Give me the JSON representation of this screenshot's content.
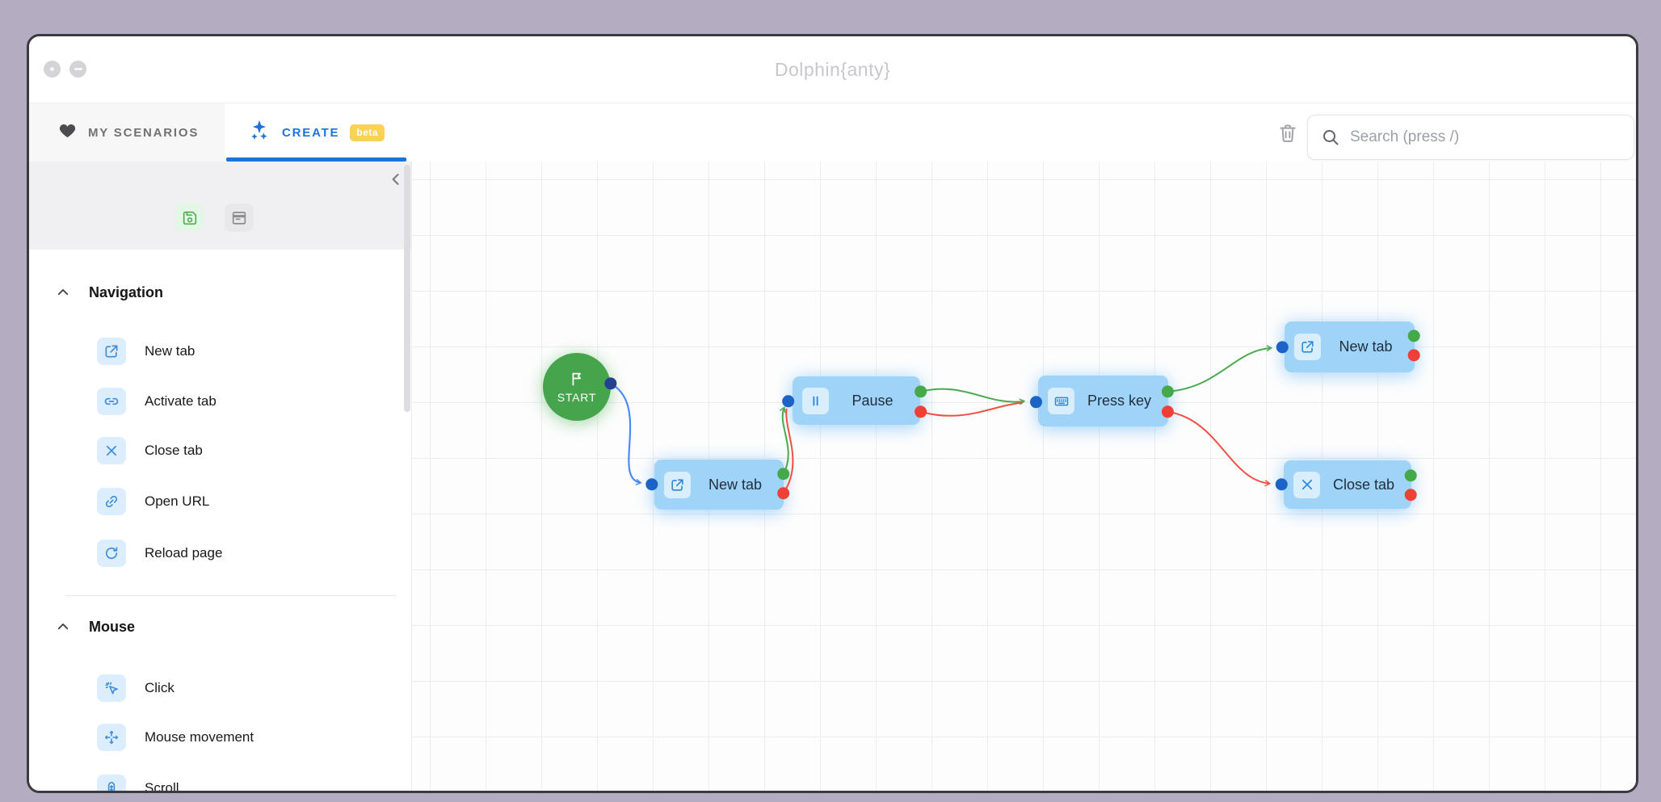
{
  "window": {
    "title": "Dolphin{anty}"
  },
  "tabs": {
    "my_scenarios": "MY SCENARIOS",
    "create": "CREATE",
    "beta_badge": "beta"
  },
  "toolbar": {
    "search_placeholder": "Search (press /)"
  },
  "sidebar": {
    "top_icons": [
      "save-icon",
      "browser-list-icon"
    ],
    "sections": [
      {
        "label": "Navigation",
        "items": [
          {
            "label": "New tab",
            "icon": "new-tab-icon"
          },
          {
            "label": "Activate tab",
            "icon": "activate-tab-icon"
          },
          {
            "label": "Close tab",
            "icon": "close-tab-icon"
          },
          {
            "label": "Open URL",
            "icon": "open-url-icon"
          },
          {
            "label": "Reload page",
            "icon": "reload-page-icon"
          }
        ]
      },
      {
        "label": "Mouse",
        "items": [
          {
            "label": "Click",
            "icon": "click-icon"
          },
          {
            "label": "Mouse movement",
            "icon": "mouse-movement-icon"
          },
          {
            "label": "Scroll",
            "icon": "scroll-icon"
          }
        ]
      }
    ]
  },
  "canvas": {
    "nodes": [
      {
        "id": "start",
        "label": "START",
        "type": "start",
        "icon": "flag-icon"
      },
      {
        "id": "newtab1",
        "label": "New tab",
        "type": "action",
        "icon": "new-tab-icon"
      },
      {
        "id": "pause",
        "label": "Pause",
        "type": "action",
        "icon": "pause-icon"
      },
      {
        "id": "presskey",
        "label": "Press key",
        "type": "action",
        "icon": "keyboard-icon"
      },
      {
        "id": "newtab2",
        "label": "New tab",
        "type": "action",
        "icon": "new-tab-icon"
      },
      {
        "id": "closetab",
        "label": "Close tab",
        "type": "action",
        "icon": "close-tab-icon"
      }
    ],
    "edges": [
      {
        "from": "start",
        "to": "newtab1",
        "color": "blue"
      },
      {
        "from": "newtab1:success",
        "to": "pause",
        "color": "green"
      },
      {
        "from": "newtab1:fail",
        "to": "pause",
        "color": "red"
      },
      {
        "from": "pause:success",
        "to": "presskey",
        "color": "green"
      },
      {
        "from": "pause:fail",
        "to": "presskey",
        "color": "red"
      },
      {
        "from": "presskey:success",
        "to": "newtab2",
        "color": "green"
      },
      {
        "from": "presskey:fail",
        "to": "closetab",
        "color": "red"
      }
    ]
  },
  "colors": {
    "accent_blue": "#1d73d6",
    "beta_yellow": "#fbd158",
    "node_fill": "#9fd3f7",
    "start_green": "#46a44c",
    "port_in_blue": "#1b63c5",
    "port_success_green": "#43a949",
    "port_fail_red": "#ef4036",
    "edge_blue": "#4b8bf5",
    "edge_green": "#49a94f",
    "edge_red": "#ef5146"
  }
}
